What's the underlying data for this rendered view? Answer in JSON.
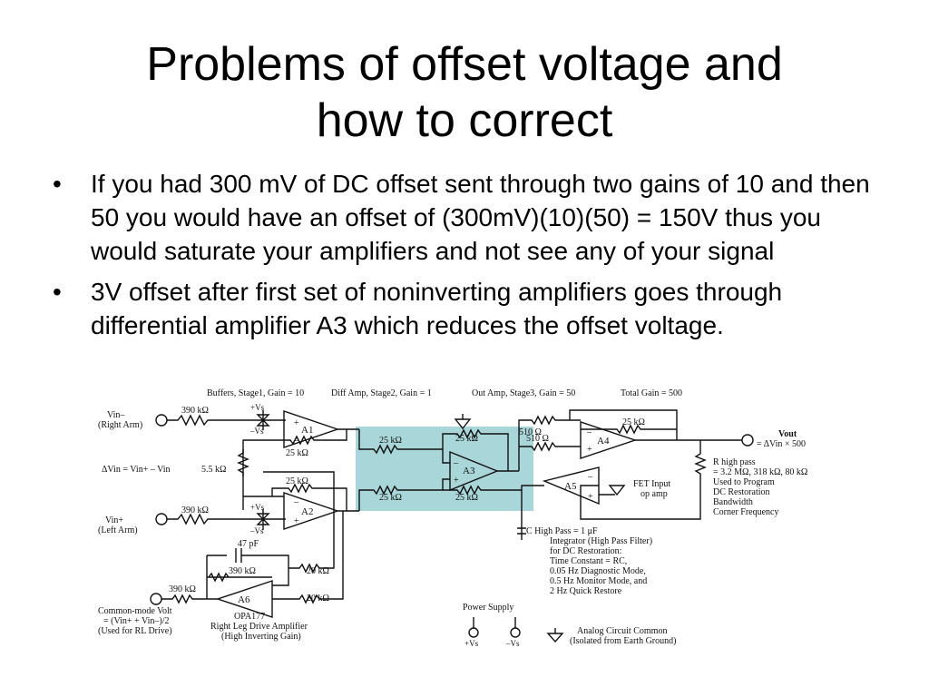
{
  "slide": {
    "title_line1": "Problems of offset voltage and",
    "title_line2": "how to correct",
    "bullet_char": "•",
    "bullets": [
      "If you had 300 mV of DC offset sent through two gains of 10 and then 50 you would have an offset of (300mV)(10)(50) = 150V thus you would saturate your amplifiers and not see any of your signal",
      "3V offset after first set of noninverting amplifiers goes through differential amplifier A3 which reduces the offset voltage."
    ]
  },
  "circuit": {
    "highlight_color": "#a9d6d8",
    "stage1": "Buffers, Stage1, Gain = 10",
    "stage2": "Diff Amp, Stage2, Gain = 1",
    "stage3": "Out Amp, Stage3, Gain = 50",
    "total_gain": "Total Gain = 500",
    "vin_minus": "Vin–",
    "right_arm": "(Right Arm)",
    "vin_plus": "Vin+",
    "left_arm": "(Left Arm)",
    "delta_vin": "ΔVin = Vin+ – Vin",
    "r_390k": "390 kΩ",
    "r_5k5": "5.5 kΩ",
    "r_25k": "25 kΩ",
    "r_510": "510 Ω",
    "r_20k": "20 kΩ",
    "c_47p": "47 pF",
    "plus_vs": "+Vs",
    "minus_vs": "–Vs",
    "a1": "A1",
    "a2": "A2",
    "a3": "A3",
    "a4": "A4",
    "a5": "A5",
    "a6": "A6",
    "vout": "Vout",
    "vout_eq": "= ΔVin × 500",
    "rhp_lines": [
      "R high pass",
      "= 3.2 MΩ, 318 kΩ, 80 kΩ",
      "Used to Program",
      "DC Restoration",
      "Bandwidth",
      "Corner Frequency"
    ],
    "fet_lines": [
      "FET Input",
      "op amp"
    ],
    "chp_lines": [
      "C High Pass = 1 μF",
      "Integrator (High Pass Filter)",
      "for DC Restoration:",
      "Time Constant = RC,",
      "0.05 Hz Diagnostic Mode,",
      "0.5 Hz Monitor Mode, and",
      "2 Hz Quick Restore"
    ],
    "cm_lines": [
      "Common-mode Volt",
      "= (Vin+ + Vin–)/2",
      "(Used for RL Drive)"
    ],
    "opa": "OPA177",
    "rld_lines": [
      "Right Leg Drive Amplifier",
      "(High Inverting Gain)"
    ],
    "power_supply": "Power Supply",
    "ps_plus": "+Vs",
    "ps_minus": "–Vs",
    "gnd_lines": [
      "Analog Circuit Common",
      "(Isolated from Earth Ground)"
    ]
  }
}
